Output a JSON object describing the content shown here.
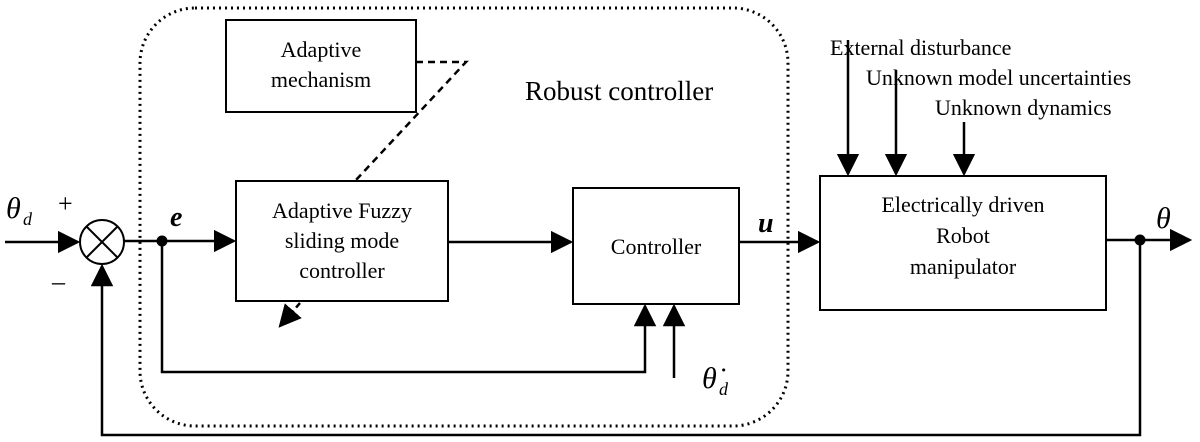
{
  "blocks": {
    "adaptive_mechanism": [
      "Adaptive",
      "mechanism"
    ],
    "fuzzy_smc": [
      "Adaptive Fuzzy",
      "sliding mode",
      "controller"
    ],
    "controller": "Controller",
    "plant": [
      "Electrically driven",
      "Robot",
      "manipulator"
    ]
  },
  "group_label": "Robust controller",
  "disturbances": [
    "External disturbance",
    "Unknown model uncertainties",
    "Unknown dynamics"
  ],
  "signals": {
    "reference": "θ",
    "reference_sub": "d",
    "plus": "+",
    "minus": "–",
    "error": "e",
    "control": "u",
    "output": "θ",
    "velocity_ref": "θ̇",
    "velocity_ref_sub": "d"
  }
}
